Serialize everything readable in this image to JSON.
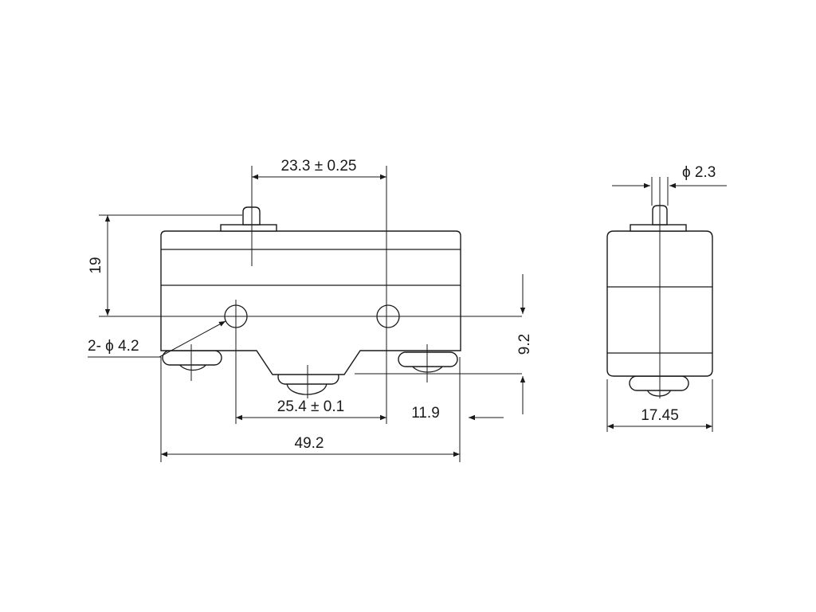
{
  "dimensions": {
    "pin_spacing": "23.3 ± 0.25",
    "height": "19",
    "mount_holes": "2- ϕ 4.2",
    "terminal_spacing": "25.4 ± 0.1",
    "overall_length": "49.2",
    "terminal_offset": "11.9",
    "hole_height": "9.2",
    "plunger_diameter": "ϕ 2.3",
    "width": "17.45"
  }
}
